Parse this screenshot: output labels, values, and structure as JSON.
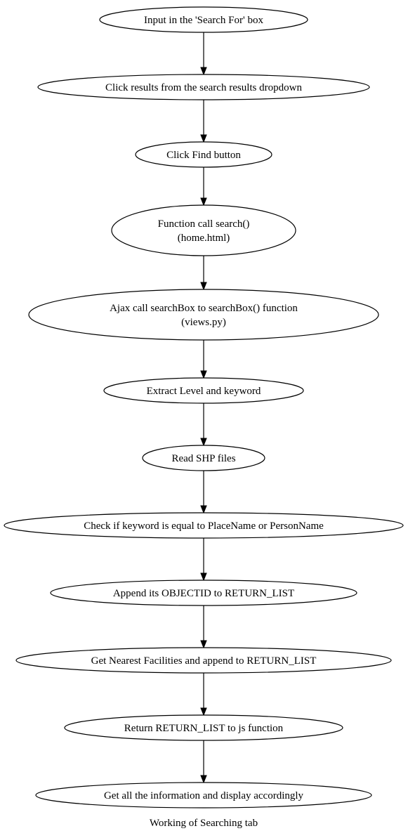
{
  "nodes": [
    {
      "lines": [
        "Input in the 'Search For' box"
      ]
    },
    {
      "lines": [
        "Click results from the search results dropdown"
      ]
    },
    {
      "lines": [
        "Click Find button"
      ]
    },
    {
      "lines": [
        "Function call search()",
        "(home.html)"
      ]
    },
    {
      "lines": [
        "Ajax call searchBox to searchBox() function",
        "(views.py)"
      ]
    },
    {
      "lines": [
        "Extract Level and keyword"
      ]
    },
    {
      "lines": [
        "Read SHP files"
      ]
    },
    {
      "lines": [
        "Check if keyword is equal to PlaceName or PersonName"
      ]
    },
    {
      "lines": [
        "Append its OBJECTID to RETURN_LIST"
      ]
    },
    {
      "lines": [
        "Get Nearest Facilities and append to RETURN_LIST"
      ]
    },
    {
      "lines": [
        "Return RETURN_LIST to js function"
      ]
    },
    {
      "lines": [
        "Get all the information and display accordingly"
      ]
    }
  ],
  "caption": "Working of Searching tab"
}
